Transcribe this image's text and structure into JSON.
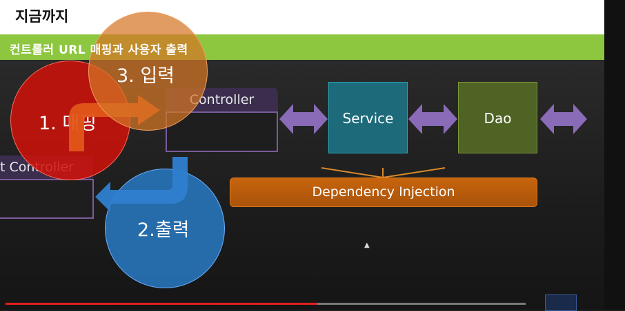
{
  "header": {
    "title": "지금까지"
  },
  "subtitle": {
    "text": "컨트롤러 URL 매핑과 사용자 출력"
  },
  "diagram": {
    "controller": "Controller",
    "front_controller": "t Controller",
    "service": "Service",
    "dao": "Dao",
    "di": "Dependency Injection"
  },
  "circles": {
    "mapping": "1. 매핑",
    "input": "3. 입력",
    "output": "2.출력"
  },
  "colors": {
    "subtitle_bar": "#8dc63f",
    "service": "#1d6b7a",
    "dao": "#4f6325",
    "di": "#c7640d",
    "arrow": "#8a6bb8",
    "mapping_circle": "#d0120a",
    "input_circle": "#d67626",
    "output_circle": "#2878be"
  },
  "video": {
    "progress": 0.6
  }
}
